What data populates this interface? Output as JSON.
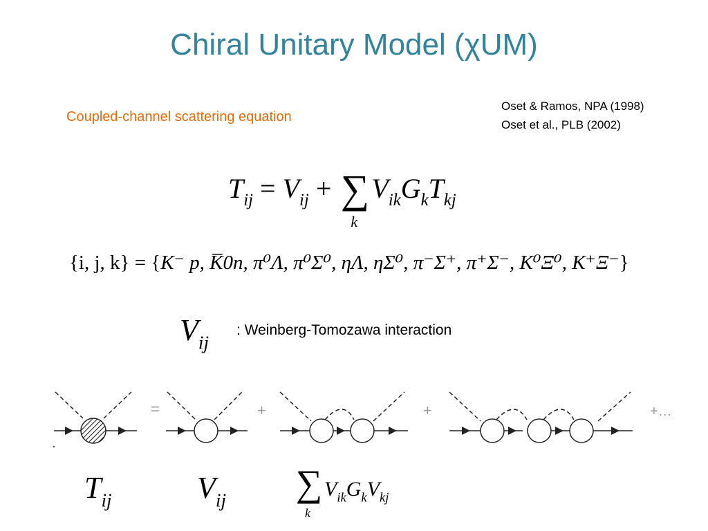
{
  "slide": {
    "title": "Chiral Unitary Model (χUM)",
    "subtitle": "Coupled-channel scattering equation",
    "references": [
      "Oset & Ramos, NPA (1998)",
      "Oset et al., PLB (2002)"
    ]
  },
  "equation": {
    "lhs": "T",
    "lhs_sub": "ij",
    "v": "V",
    "v_sub": "ij",
    "sum_index": "k",
    "term_V_sub": "ik",
    "term_G": "G",
    "term_G_sub": "k",
    "term_T": "T",
    "term_T_sub": "kj"
  },
  "channels": {
    "lhs": "{i, j, k} = {",
    "list": "K⁻ p, K̅0n, π⁰Λ, π⁰Σ⁰, ηΛ, ηΣ⁰, π⁻Σ⁺, π⁺Σ⁻, K⁰Ξ⁰, K⁺Ξ⁻",
    "rhs": "}"
  },
  "interaction": {
    "symbol": "V",
    "symbol_sub": "ij",
    "description": ": Weinberg-Tomozawa interaction"
  },
  "diagram": {
    "equals": "=",
    "plus": "+",
    "ellipsis": "+…",
    "labels": {
      "T": "T",
      "T_sub": "ij",
      "V": "V",
      "V_sub": "ij",
      "sum_k": "k",
      "sV1": "V",
      "sV1_sub": "ik",
      "sG": "G",
      "sG_sub": "k",
      "sV2": "V",
      "sV2_sub": "kj"
    }
  }
}
